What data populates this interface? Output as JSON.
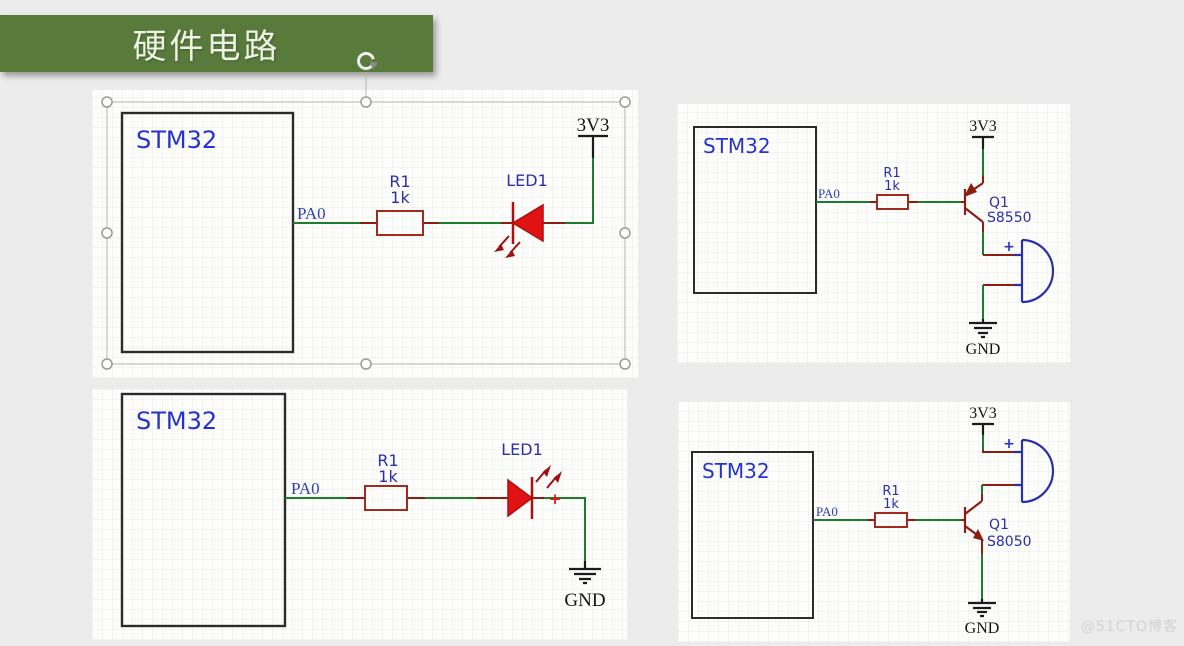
{
  "title_banner": {
    "label": "硬件电路"
  },
  "watermark": {
    "label": "@51CTO博客"
  },
  "colors": {
    "banner_green": "#587b3c",
    "wire_green": "#1e7d2c",
    "wire_dark_red": "#8c1d12",
    "component_red": "#a02c20",
    "led_red": "#e01212",
    "label_navy": "#2b2fa8",
    "chip_blue": "#2433cf",
    "net_black": "#1b1b1b",
    "background_gray": "#ececec"
  },
  "circuits": {
    "top_left": {
      "chip": "STM32",
      "pin": "PA0",
      "resistor_ref": "R1",
      "resistor_value": "1k",
      "led_ref": "LED1",
      "power_net": "3V3"
    },
    "top_right": {
      "chip": "STM32",
      "pin": "PA0",
      "resistor_ref": "R1",
      "resistor_value": "1k",
      "transistor_ref": "Q1",
      "transistor_model": "S8550",
      "power_net": "3V3",
      "ground_net": "GND",
      "buzzer_polarity": "+"
    },
    "bottom_left": {
      "chip": "STM32",
      "pin": "PA0",
      "resistor_ref": "R1",
      "resistor_value": "1k",
      "led_ref": "LED1",
      "led_polarity": "+",
      "ground_net": "GND"
    },
    "bottom_right": {
      "chip": "STM32",
      "pin": "PA0",
      "resistor_ref": "R1",
      "resistor_value": "1k",
      "transistor_ref": "Q1",
      "transistor_model": "S8050",
      "power_net": "3V3",
      "ground_net": "GND",
      "buzzer_polarity": "+"
    }
  }
}
